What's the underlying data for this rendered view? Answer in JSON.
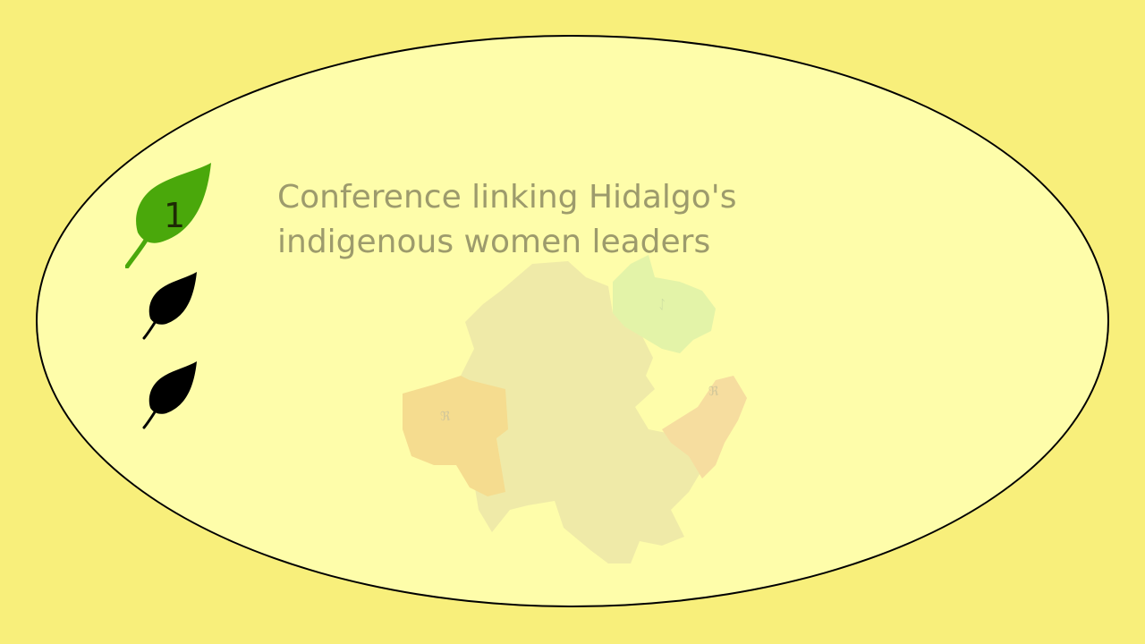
{
  "slide": {
    "title": "Conference linking Hidalgo's indigenous women leaders",
    "background_color": "#f8ef7b",
    "panel_color": "#fefdaa"
  },
  "steps": [
    {
      "number": "1",
      "state": "active",
      "color": "#4aa80b"
    },
    {
      "number": "",
      "state": "inactive",
      "color": "#000000"
    },
    {
      "number": "",
      "state": "inactive",
      "color": "#000000"
    }
  ],
  "map": {
    "icon": "hidalgo-state-map",
    "region_colors": [
      "#efeaa8",
      "#e3f3a8",
      "#f5dc8f",
      "#f6dd9f"
    ]
  }
}
